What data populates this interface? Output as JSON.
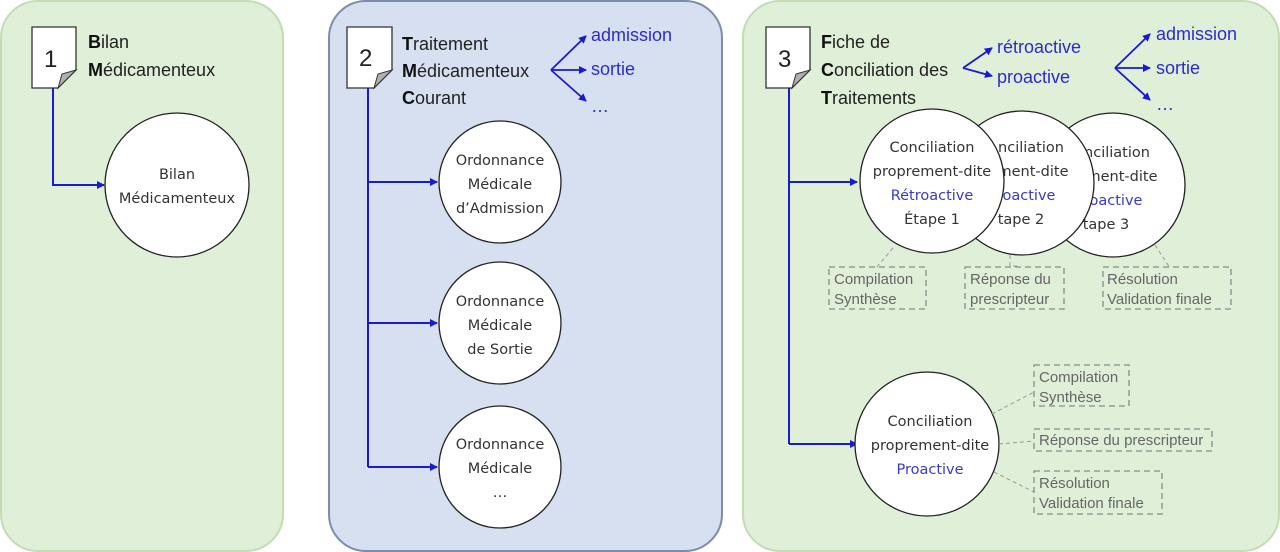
{
  "colors": {
    "panel_green": "#e0efd8",
    "panel_blue": "#d6e0f1",
    "connector_blue": "#1a1ad0",
    "label_blue": "#2b2bd0",
    "dashed_gray": "#8a8a8a"
  },
  "panels": [
    {
      "number": "1",
      "title_lines": [
        {
          "cap": "B",
          "rest": "ilan"
        },
        {
          "cap": "M",
          "rest": "édicamenteux"
        }
      ],
      "circles": [
        {
          "lines": [
            "Bilan",
            "Médicamenteux"
          ]
        }
      ]
    },
    {
      "number": "2",
      "title_lines": [
        {
          "cap": "T",
          "rest": "raitement"
        },
        {
          "cap": "M",
          "rest": "édicamenteux"
        },
        {
          "cap": "C",
          "rest": "ourant"
        }
      ],
      "branches": [
        "admission",
        "sortie",
        "…"
      ],
      "circles": [
        {
          "lines": [
            "Ordonnance",
            "Médicale",
            "d’Admission"
          ]
        },
        {
          "lines": [
            "Ordonnance",
            "Médicale",
            "de Sortie"
          ]
        },
        {
          "lines": [
            "Ordonnance",
            "Médicale",
            "…"
          ]
        }
      ]
    },
    {
      "number": "3",
      "title_lines": [
        {
          "cap": "F",
          "rest": "iche de"
        },
        {
          "cap": "C",
          "rest": "onciliation des"
        },
        {
          "cap": "T",
          "rest": "raitements"
        }
      ],
      "branches_type": [
        "rétroactive",
        "proactive"
      ],
      "branches_moment": [
        "admission",
        "sortie",
        "…"
      ],
      "retro_circles": [
        {
          "line1": "Conciliation",
          "line2": "proprement-dite",
          "line3": "Rétroactive",
          "line4": "Étape 1"
        },
        {
          "line1": "nciliation",
          "line2": "ment-dite",
          "line3": "oactive",
          "line4": "tape 2"
        },
        {
          "line1": "nciliation",
          "line2": "ment-dite",
          "line3": "oactive",
          "line4": "tape 3"
        }
      ],
      "retro_steps": [
        {
          "lines": [
            "Compilation",
            "Synthèse"
          ]
        },
        {
          "lines": [
            "Réponse du",
            "prescripteur"
          ]
        },
        {
          "lines": [
            "Résolution",
            "Validation finale"
          ]
        }
      ],
      "proactive_circle": {
        "line1": "Conciliation",
        "line2": "proprement-dite",
        "line3": "Proactive"
      },
      "proactive_steps": [
        {
          "lines": [
            "Compilation",
            "Synthèse"
          ]
        },
        {
          "lines": [
            "Réponse du prescripteur"
          ]
        },
        {
          "lines": [
            "Résolution",
            "Validation finale"
          ]
        }
      ]
    }
  ]
}
